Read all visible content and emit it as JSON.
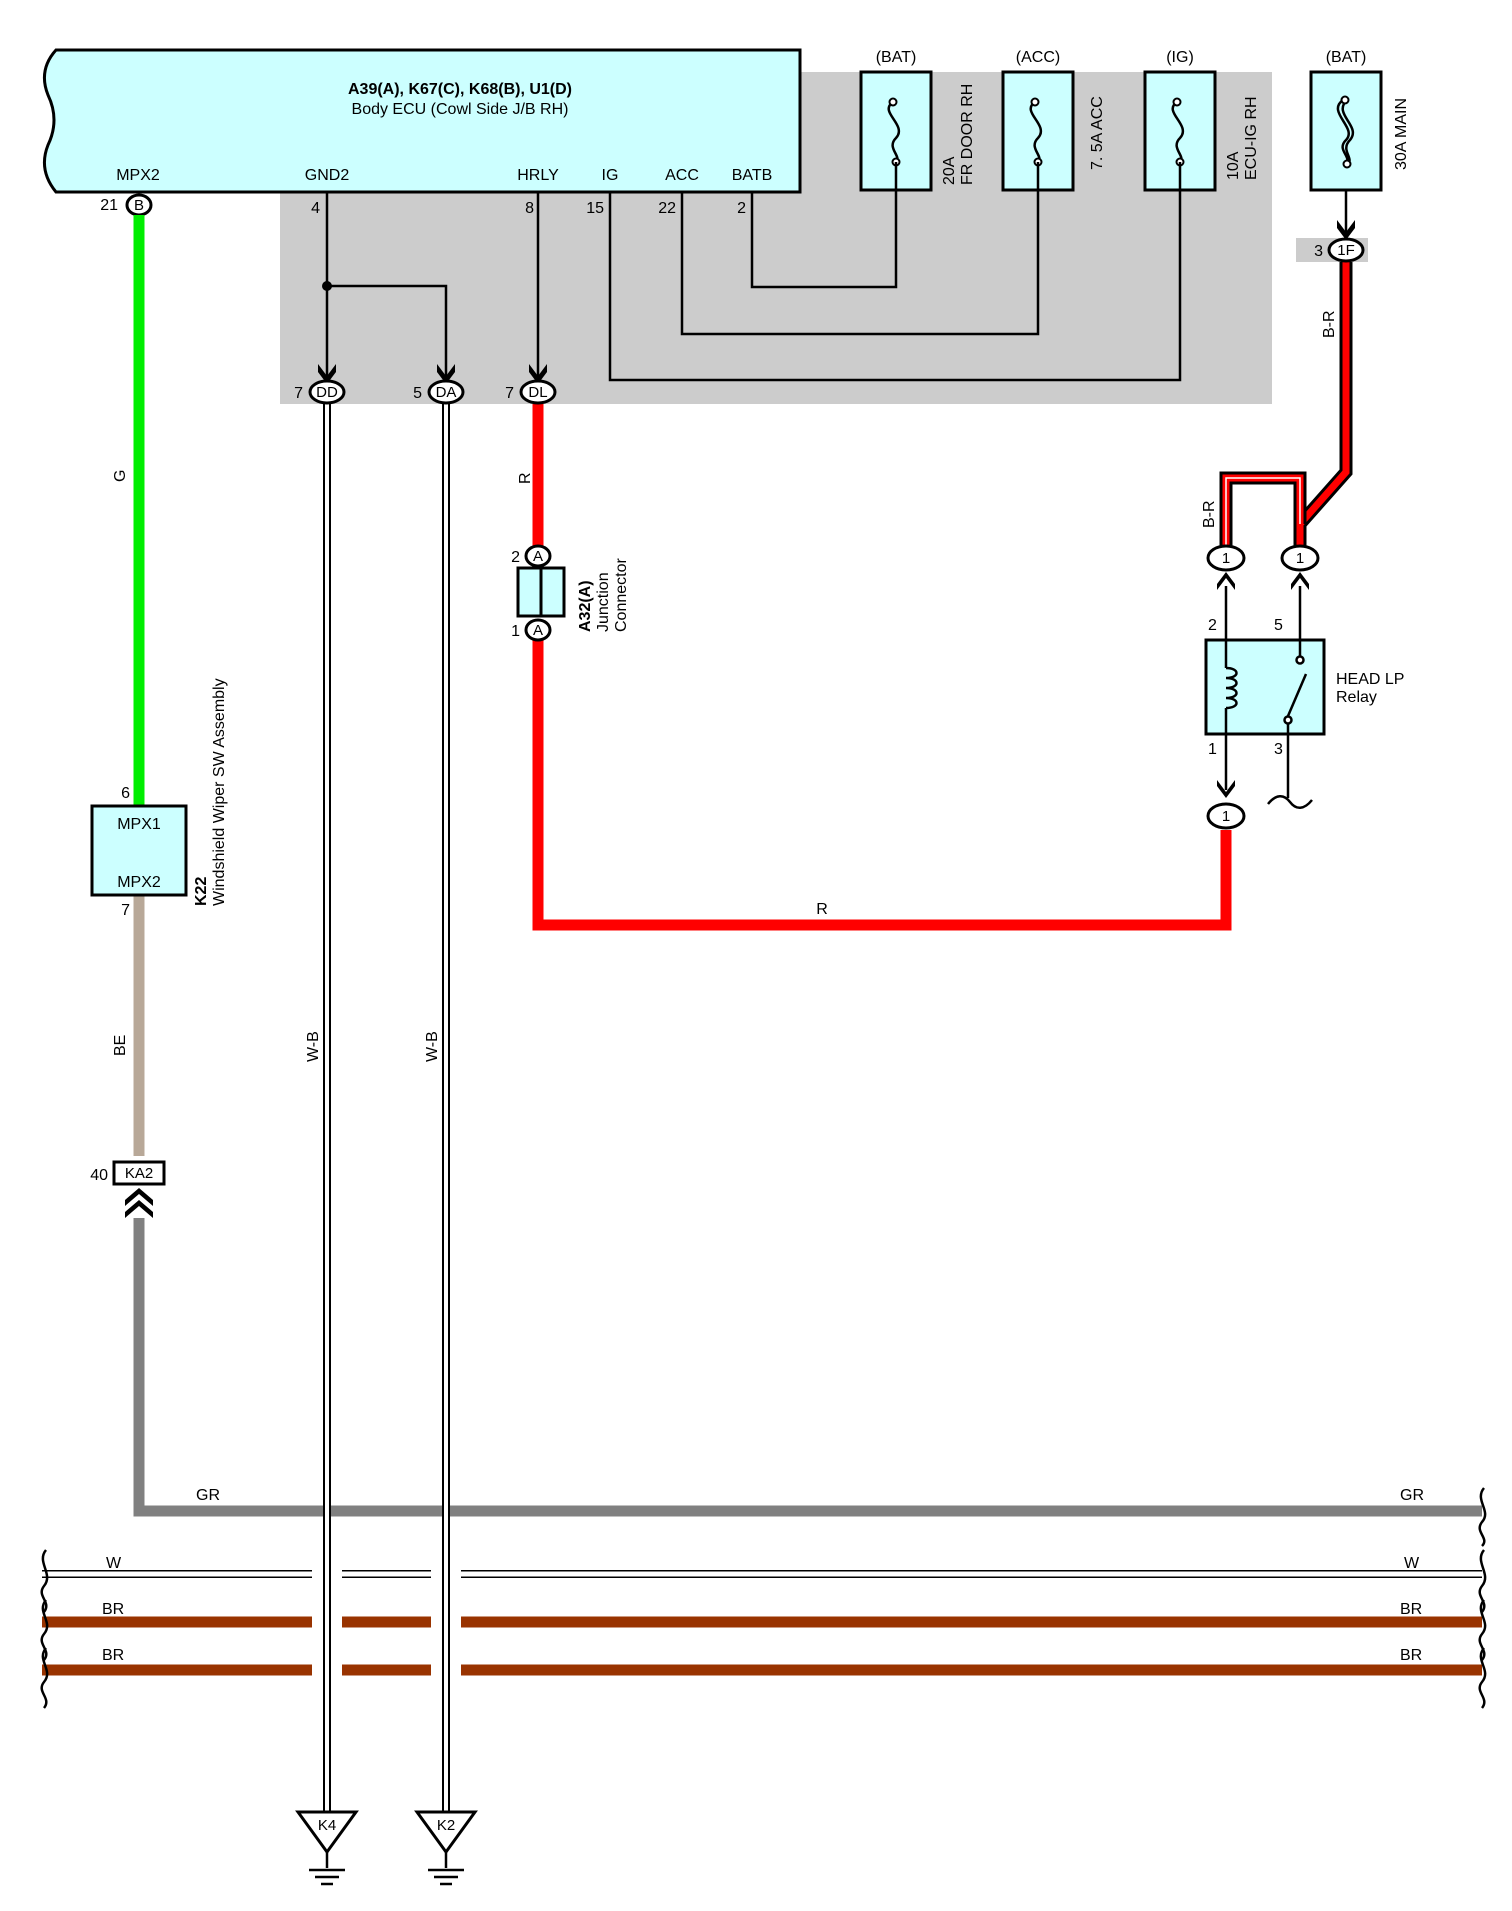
{
  "ecu": {
    "id_line": "A39(A), K67(C), K68(B), U1(D)",
    "name": "Body ECU (Cowl Side J/B RH)",
    "pins": {
      "mpx2": {
        "label": "MPX2",
        "num": "21",
        "connector": "B"
      },
      "gnd2": {
        "label": "GND2",
        "num": "4"
      },
      "hrly": {
        "label": "HRLY",
        "num": "8"
      },
      "ig": {
        "label": "IG",
        "num": "15"
      },
      "acc": {
        "label": "ACC",
        "num": "22"
      },
      "batb": {
        "label": "BATB",
        "num": "2"
      }
    }
  },
  "fuses": [
    {
      "source": "(BAT)",
      "rating": "20A",
      "name": "FR DOOR RH"
    },
    {
      "source": "(ACC)",
      "rating": "",
      "name": "7. 5A ACC"
    },
    {
      "source": "(IG)",
      "rating": "10A",
      "name": "ECU-IG RH"
    },
    {
      "source": "(BAT)",
      "rating": "",
      "name": "30A MAIN"
    }
  ],
  "connectors": {
    "dd": {
      "num": "7",
      "id": "DD"
    },
    "da": {
      "num": "5",
      "id": "DA"
    },
    "dl": {
      "num": "7",
      "id": "DL"
    },
    "f1": {
      "num": "3",
      "id": "1F"
    },
    "ka2": {
      "num": "40",
      "id": "KA2"
    }
  },
  "wire_colors": {
    "g": "G",
    "be": "BE",
    "wb1": "W-B",
    "wb2": "W-B",
    "r_upper": "R",
    "r_lower": "R",
    "br_main": "B-R",
    "br_relay": "B-R",
    "gr_left": "GR",
    "gr_right": "GR",
    "w_left": "W",
    "w_right": "W",
    "br1_left": "BR",
    "br1_right": "BR",
    "br2_left": "BR",
    "br2_right": "BR"
  },
  "colors": {
    "green": "#00ee00",
    "red": "#ff0000",
    "tan": "#b8a898",
    "gray": "#808080",
    "brown": "#993300",
    "panel": "#cccccc",
    "component": "#ccffff"
  },
  "junction": {
    "id": "A32(A)",
    "name1": "Junction",
    "name2": "Connector",
    "pin_top_num": "2",
    "pin_top": "A",
    "pin_bottom_num": "1",
    "pin_bottom": "A"
  },
  "wiper": {
    "id": "K22",
    "name": "Windshield Wiper SW Assembly",
    "pin_top": "MPX1",
    "pin_bottom": "MPX2",
    "num_top": "6",
    "num_bottom": "7"
  },
  "relay": {
    "name1": "HEAD LP",
    "name2": "Relay",
    "pin2": "2",
    "pin5": "5",
    "pin1": "1",
    "pin3": "3",
    "plug_left": "1",
    "plug_right": "1",
    "plug_bottom": "1"
  },
  "grounds": [
    "K4",
    "K2"
  ]
}
